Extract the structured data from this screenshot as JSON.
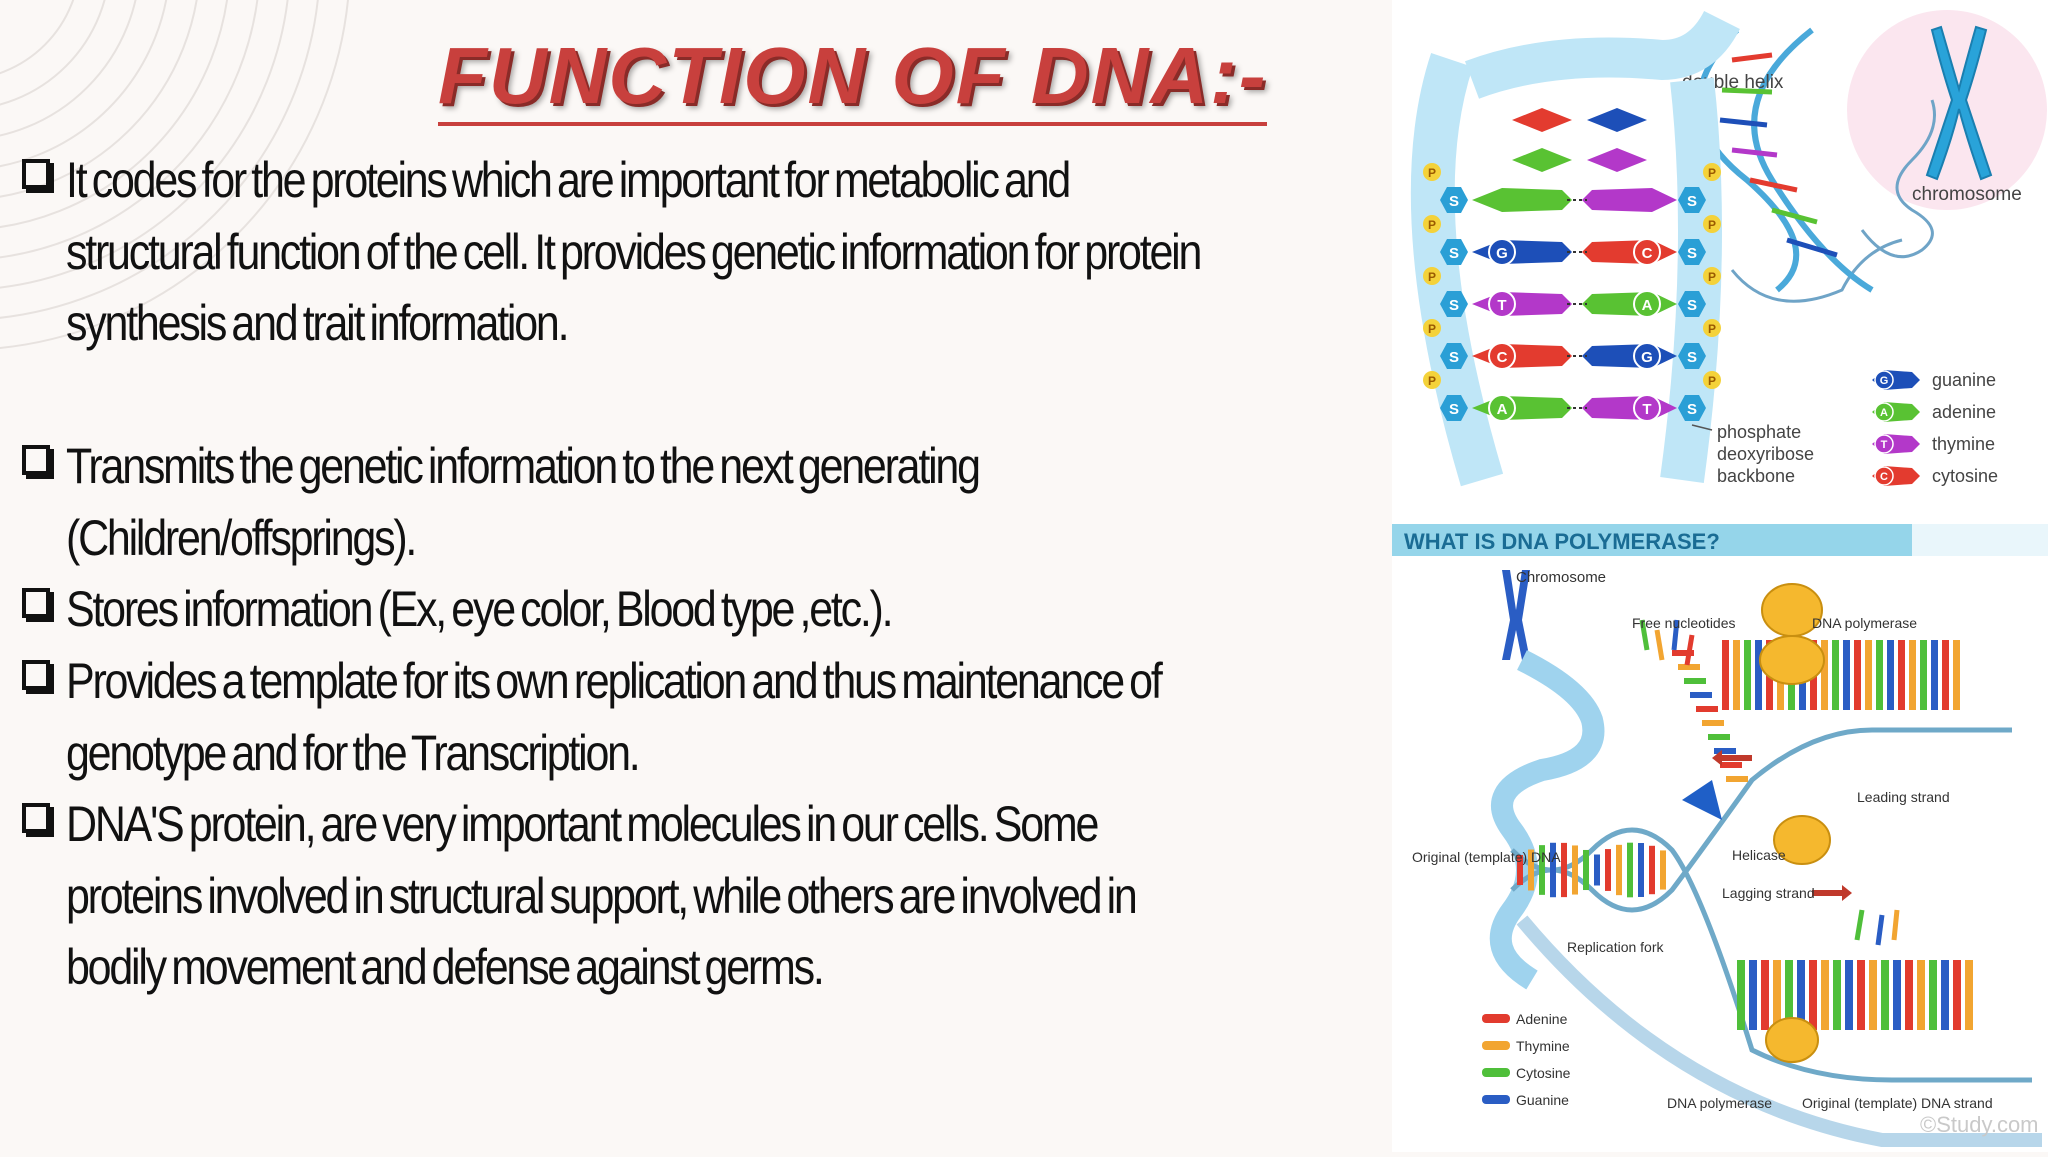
{
  "slide": {
    "title": "FUNCTION OF DNA:-",
    "bullets": [
      "It codes for the proteins which are important for metabolic and structural function of the cell. It provides genetic information for protein synthesis and trait information.",
      "Transmits the genetic information to the next generating (Children/offsprings).",
      "Stores information (Ex, eye color, Blood type ,etc.).",
      "Provides a template for its own replication and thus maintenance of genotype and for the Transcription.",
      "DNA'S protein, are very important molecules in our cells. Some proteins involved in structural support, while others are involved in bodily movement and defense against germs."
    ]
  },
  "dna_structure_figure": {
    "labels": {
      "double_helix": "double helix",
      "chromosome": "chromosome",
      "backbone": "phosphate deoxyribose backbone"
    },
    "legend": [
      {
        "letter": "G",
        "name": "guanine",
        "color": "#1d4fb8"
      },
      {
        "letter": "A",
        "name": "adenine",
        "color": "#59c233"
      },
      {
        "letter": "T",
        "name": "thymine",
        "color": "#b338c9"
      },
      {
        "letter": "C",
        "name": "cytosine",
        "color": "#e33b2f"
      }
    ],
    "node_labels": {
      "phosphate": "P",
      "sugar": "S"
    },
    "pairs": [
      {
        "left": "",
        "right": ""
      },
      {
        "left": "G",
        "right": "C"
      },
      {
        "left": "T",
        "right": "A"
      },
      {
        "left": "C",
        "right": "G"
      },
      {
        "left": "A",
        "right": "T"
      }
    ]
  },
  "polymerase_figure": {
    "banner": "WHAT IS DNA POLYMERASE?",
    "labels": {
      "chromosome": "Chromosome",
      "free_nucleotides": "Free nucleotides",
      "dna_polymerase_top": "DNA polymerase",
      "leading_strand": "Leading strand",
      "helicase": "Helicase",
      "lagging_strand": "Lagging strand",
      "original_dna": "Original (template) DNA",
      "replication_fork": "Replication fork",
      "dna_polymerase_bottom": "DNA polymerase",
      "original_strand": "Original (template) DNA strand",
      "watermark": "©Study.com"
    },
    "legend": [
      {
        "name": "Adenine",
        "color": "#e23b2e"
      },
      {
        "name": "Thymine",
        "color": "#f2a531"
      },
      {
        "name": "Cytosine",
        "color": "#4fbf3a"
      },
      {
        "name": "Guanine",
        "color": "#2a5dc4"
      }
    ]
  }
}
